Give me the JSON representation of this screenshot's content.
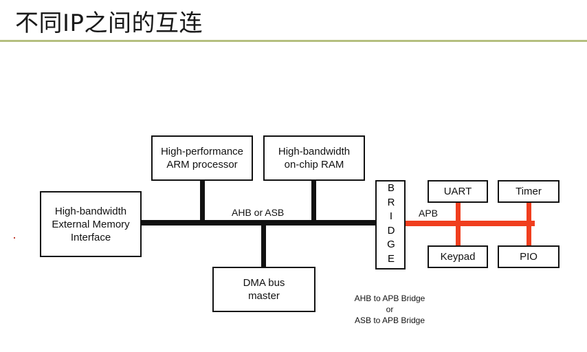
{
  "slide": {
    "title": "不同IP之间的互连"
  },
  "diagram": {
    "ext_mem": [
      "High-bandwidth",
      "External Memory",
      "Interface"
    ],
    "arm": [
      "High-performance",
      "ARM processor"
    ],
    "ram": [
      "High-bandwidth",
      "on-chip RAM"
    ],
    "dma": [
      "DMA bus",
      "master"
    ],
    "bridge": [
      "B",
      "R",
      "I",
      "D",
      "G",
      "E"
    ],
    "bus_label": "AHB or ASB",
    "apb_label": "APB",
    "uart": "UART",
    "timer": "Timer",
    "keypad": "Keypad",
    "pio": "PIO",
    "bridge_note": [
      "AHB to APB Bridge",
      "or",
      "ASB to APB Bridge"
    ],
    "colors": {
      "apb_bus": "#f03e1e",
      "ahb_bus": "#111111",
      "title_rule": "#b5bf7f"
    }
  }
}
